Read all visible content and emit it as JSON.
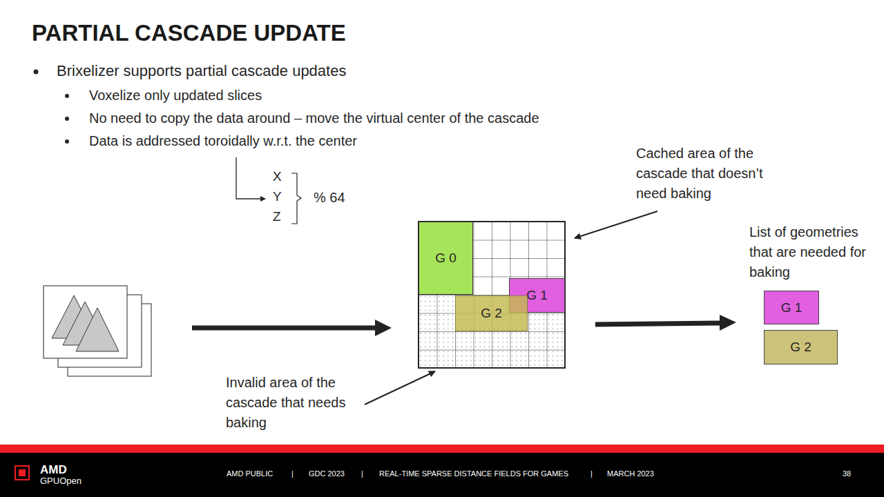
{
  "diagram": {
    "title": "PARTIAL CASCADE UPDATE",
    "nodes": [
      {
        "text": [
          "G 0"
        ]
      },
      {
        "text": [
          "G 1"
        ]
      },
      {
        "text": [
          "G 2"
        ]
      },
      {
        "text": [
          "G 1"
        ]
      },
      {
        "text": [
          "G 2"
        ]
      }
    ],
    "labels": [
      "Brixelizer supports partial cascade updates",
      "Voxelize only updated slices",
      "No need to copy the data around – move the virtual center of the cascade",
      "Data is addressed toroidally w.r.t. the center",
      "X",
      "Y",
      "Z",
      "% 64",
      "Cached area of the cascade that doesn’t need baking",
      "List of geometries that are needed for baking",
      "Invalid area of the cascade that needs baking",
      "AMD",
      "GPUOpen",
      "AMD PUBLIC",
      "|",
      "GDC 2023",
      "|",
      "REAL-TIME SPARSE DISTANCE FIELDS FOR GAMES",
      "|",
      "MARCH 2023",
      "38"
    ]
  }
}
